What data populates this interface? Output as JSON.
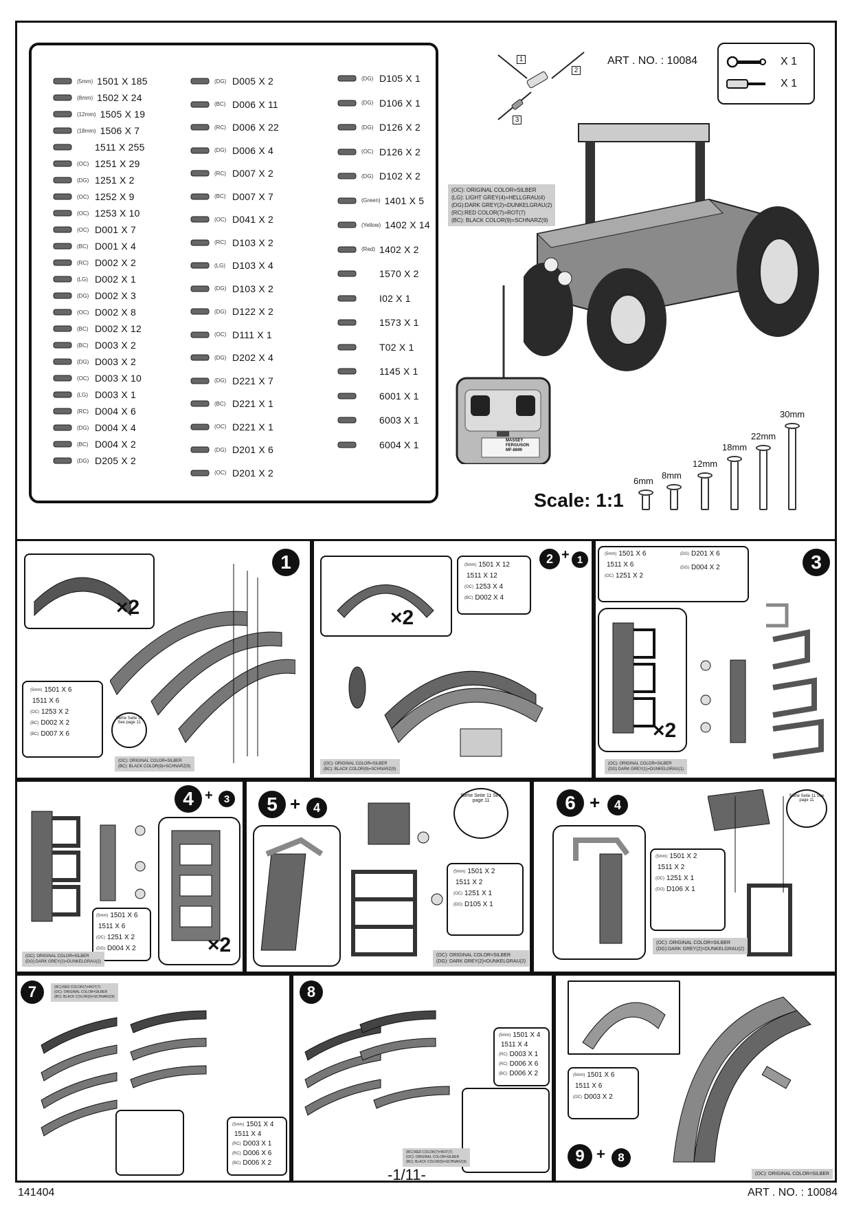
{
  "header": {
    "art_no": "ART . NO. : 10084",
    "tools": [
      {
        "icon": "wrench-icon",
        "qty": "X 1"
      },
      {
        "icon": "screwdriver-icon",
        "qty": "X 1"
      }
    ],
    "axle_labels": [
      "1",
      "2",
      "3"
    ]
  },
  "legend": {
    "lines": [
      "(OC): ORIGINAL COLOR=SILBER",
      "(LG): LIGHT GREY(4)=HELLGRAU(4)",
      "(DG):DARK GREY(2)=DUNKELGRAU(2)",
      "(RC):RED COLOR(7)=ROT(7)",
      "(BC): BLACK COLOR(9)=SCHNARZ(9)"
    ]
  },
  "parts": {
    "col1": [
      {
        "color": "(5mm)",
        "label": "1501 X 185"
      },
      {
        "color": "(8mm)",
        "label": "1502 X 24"
      },
      {
        "color": "(12mm)",
        "label": "1505 X 19"
      },
      {
        "color": "(18mm)",
        "label": "1506 X 7"
      },
      {
        "color": "",
        "label": "1511 X 255"
      },
      {
        "color": "(OC)",
        "label": "1251 X 29"
      },
      {
        "color": "(DG)",
        "label": "1251 X 2"
      },
      {
        "color": "(OC)",
        "label": "1252 X 9"
      },
      {
        "color": "(OC)",
        "label": "1253 X 10"
      },
      {
        "color": "(OC)",
        "label": "D001 X 7"
      },
      {
        "color": "(BC)",
        "label": "D001 X 4"
      },
      {
        "color": "(RC)",
        "label": "D002 X 2"
      },
      {
        "color": "(LG)",
        "label": "D002 X 1"
      },
      {
        "color": "(DG)",
        "label": "D002 X 3"
      },
      {
        "color": "(OC)",
        "label": "D002 X 8"
      },
      {
        "color": "(BC)",
        "label": "D002 X 12"
      },
      {
        "color": "(BC)",
        "label": "D003 X 2"
      },
      {
        "color": "(DG)",
        "label": "D003 X 2"
      },
      {
        "color": "(OC)",
        "label": "D003 X 10"
      },
      {
        "color": "(LG)",
        "label": "D003 X 1"
      },
      {
        "color": "(RC)",
        "label": "D004 X 6"
      },
      {
        "color": "(DG)",
        "label": "D004  X 4"
      },
      {
        "color": "(BC)",
        "label": "D004  X 2"
      },
      {
        "color": "(DG)",
        "label": "D205 X 2"
      }
    ],
    "col2": [
      {
        "color": "(DG)",
        "label": "D005 X 2"
      },
      {
        "color": "(BC)",
        "label": "D006 X 11"
      },
      {
        "color": "(RC)",
        "label": "D006 X 22"
      },
      {
        "color": "(DG)",
        "label": "D006 X 4"
      },
      {
        "color": "(RC)",
        "label": "D007 X 2"
      },
      {
        "color": "(BC)",
        "label": "D007 X 7"
      },
      {
        "color": "(OC)",
        "label": "D041  X 2"
      },
      {
        "color": "(RC)",
        "label": "D103 X 2"
      },
      {
        "color": "(LG)",
        "label": "D103 X 4"
      },
      {
        "color": "(DG)",
        "label": "D103 X 2"
      },
      {
        "color": "(DG)",
        "label": "D122 X 2"
      },
      {
        "color": "(OC)",
        "label": "D111 X 1"
      },
      {
        "color": "(DG)",
        "label": "D202 X 4"
      },
      {
        "color": "(DG)",
        "label": "D221 X 7"
      },
      {
        "color": "(BC)",
        "label": "D221 X 1"
      },
      {
        "color": "(OC)",
        "label": "D221 X 1"
      },
      {
        "color": "(DG)",
        "label": "D201 X 6"
      },
      {
        "color": "(OC)",
        "label": "D201 X 2"
      }
    ],
    "col3": [
      {
        "color": "(DG)",
        "label": "D105 X 1"
      },
      {
        "color": "(DG)",
        "label": "D106 X 1"
      },
      {
        "color": "(DG)",
        "label": "D126 X 2"
      },
      {
        "color": "(OC)",
        "label": "D126 X 2"
      },
      {
        "color": "(DG)",
        "label": "D102 X 2"
      },
      {
        "color": "(Green)",
        "label": "1401 X 5"
      },
      {
        "color": "(Yellow)",
        "label": "1402 X 14"
      },
      {
        "color": "(Red)",
        "label": "1402 X 2"
      },
      {
        "color": "",
        "label": "1570 X 2"
      },
      {
        "color": "",
        "label": "I02 X 1"
      },
      {
        "color": "",
        "label": "1573 X 1"
      },
      {
        "color": "",
        "label": "T02 X 1"
      },
      {
        "color": "",
        "label": "1145 X 1"
      },
      {
        "color": "",
        "label": "6001 X 1"
      },
      {
        "color": "",
        "label": "6003 X 1"
      },
      {
        "color": "",
        "label": "6004 X 1"
      }
    ]
  },
  "remote": {
    "brand_lines": [
      "MASSEY",
      "FERGUSON",
      "MF-8690"
    ]
  },
  "scale": {
    "title": "Scale: 1:1",
    "rods": [
      {
        "label": "6mm",
        "value": 6
      },
      {
        "label": "8mm",
        "value": 8
      },
      {
        "label": "12mm",
        "value": 12
      },
      {
        "label": "18mm",
        "value": 18
      },
      {
        "label": "22mm",
        "value": 22
      },
      {
        "label": "30mm",
        "value": 30
      }
    ]
  },
  "steps": {
    "s1": {
      "num": "1",
      "mult": "×2",
      "parts": [
        "1501 X 6",
        "1511 X 6",
        "1253 X 2",
        "D002 X 2",
        "D007 X 6"
      ],
      "codes": [
        "(5mm)",
        "",
        "(OC)",
        "(BC)",
        "(BC)"
      ],
      "callout": "Siehe Seite 11 See page 11",
      "legend": [
        "(OC): ORIGINAL COLOR=SILBER",
        "(BC): BLACK COLOR(9)=SCHNARZ(9)"
      ]
    },
    "s2": {
      "num": "2",
      "plus": "+",
      "ref": "1",
      "mult": "×2",
      "parts": [
        "1501 X 12",
        "1511 X 12",
        "1253 X 4",
        "D002 X 4"
      ],
      "codes": [
        "(5mm)",
        "",
        "(OC)",
        "(BC)"
      ],
      "legend": [
        "(OC): ORIGINAL COLOR=SILBER",
        "(BC): BLACK COLOR(9)=SCHNARZ(9)"
      ]
    },
    "s3": {
      "num": "3",
      "mult": "×2",
      "parts": [
        "1501 X 6",
        "1511 X 6",
        "1251 X 2",
        "D201 X 6",
        "D004  X 2"
      ],
      "codes": [
        "(5mm)",
        "",
        "(OC)",
        "(DG)",
        "(DG)"
      ],
      "legend": [
        "(OC): ORIGINAL COLOR=SILBER",
        "(DG) DARK GREY(1)=DUNKELGRAU(1)"
      ]
    },
    "s4": {
      "num": "4",
      "plus": "+",
      "ref": "3",
      "mult": "×2",
      "parts": [
        "1501 X 6",
        "1511 X 6",
        "1251 X 2",
        "D004  X 2"
      ],
      "codes": [
        "(5mm)",
        "",
        "(OC)",
        "(DG)"
      ],
      "legend": [
        "(OC): ORIGINAL COLOR=SILBER",
        "(DG):DARK GREY(2)=DUNKELGRAU(2)"
      ]
    },
    "s5": {
      "num": "5",
      "plus": "+",
      "ref": "4",
      "parts": [
        "1501 X 2",
        "1511 X 2",
        "1251 X 1",
        "D105 X 1"
      ],
      "codes": [
        "(5mm)",
        "",
        "(OC)",
        "(DG)"
      ],
      "callout": "Siehe Seite 11 See page 11",
      "legend": [
        "(OC): ORIGINAL COLOR=SILBER",
        "(DG): DARK GREY(2)=DUNKELGRAU(2)"
      ]
    },
    "s6": {
      "num": "6",
      "plus": "+",
      "ref": "4",
      "parts": [
        "1501 X 2",
        "1511 X 2",
        "1251 X 1",
        "D106 X 1"
      ],
      "codes": [
        "(5mm)",
        "",
        "(OC)",
        "(DG)"
      ],
      "callout": "Siehe Seite 11 See page 11",
      "legend": [
        "(OC): ORIGINAL COLOR=SILBER",
        "(DG):DARK GREY(2)=DUNKELGRAU(2)"
      ]
    },
    "s7": {
      "num": "7",
      "parts": [
        "1501 X 4",
        "1511 X 4",
        "D003 X 1",
        "D006 X 6",
        "D006 X 2"
      ],
      "codes": [
        "(5mm)",
        "",
        "(RC)",
        "(RC)",
        "(BC)"
      ],
      "legend": [
        "(RC):RED COLOR(7)=ROT(7)",
        "(OC): ORIGINAL COLOR=SILBER",
        "(BC): BLACK COLOR(9)=SCHNARZ(9)"
      ]
    },
    "s8": {
      "num": "8",
      "parts": [
        "1501 X 4",
        "1511 X 4",
        "D003 X 1",
        "D006 X 6",
        "D006 X 2"
      ],
      "codes": [
        "(5mm)",
        "",
        "(RC)",
        "(RC)",
        "(BC)"
      ],
      "legend": [
        "(RC):RED COLOR(7)=ROT(7)",
        "(OC): ORIGINAL COLOR=SILBER",
        "(BC): BLACK COLOR(9)=SCHNARZ(9)"
      ]
    },
    "s9": {
      "num": "9",
      "plus": "+",
      "ref": "8",
      "parts": [
        "1501 X 6",
        "1511 X 6",
        "D003 X 2"
      ],
      "codes": [
        "(5mm)",
        "",
        "(OC)"
      ],
      "legend": [
        "(OC): ORIGINAL COLOR=SILBER"
      ]
    }
  },
  "footer": {
    "code": "141404",
    "page": "-1/11-",
    "art_no": "ART . NO. : 10084"
  }
}
